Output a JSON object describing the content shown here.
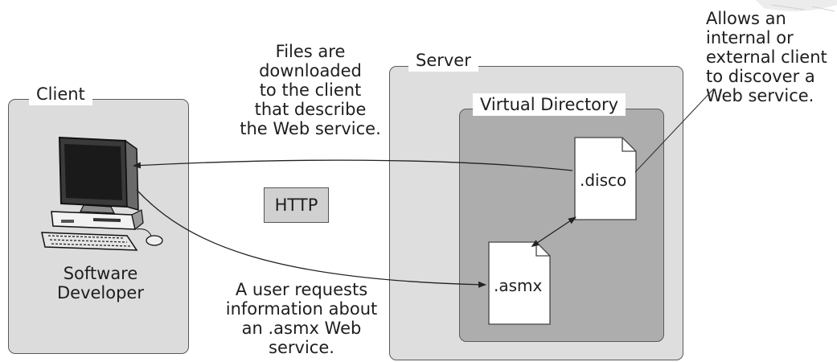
{
  "client": {
    "title": "Client",
    "developer_label_line1": "Software",
    "developer_label_line2": "Developer"
  },
  "server": {
    "title": "Server",
    "virtual_directory_title": "Virtual Directory"
  },
  "documents": {
    "disco": ".disco",
    "asmx": ".asmx"
  },
  "protocol_label": "HTTP",
  "notes": {
    "files_downloaded": [
      "Files are",
      "downloaded",
      "to the client",
      "that describe",
      "the Web service."
    ],
    "user_request": [
      "A user requests",
      "information about",
      "an .asmx Web",
      "service."
    ],
    "discovery": [
      "Allows an",
      "internal or",
      "external client",
      "to discover a",
      "Web service."
    ]
  }
}
